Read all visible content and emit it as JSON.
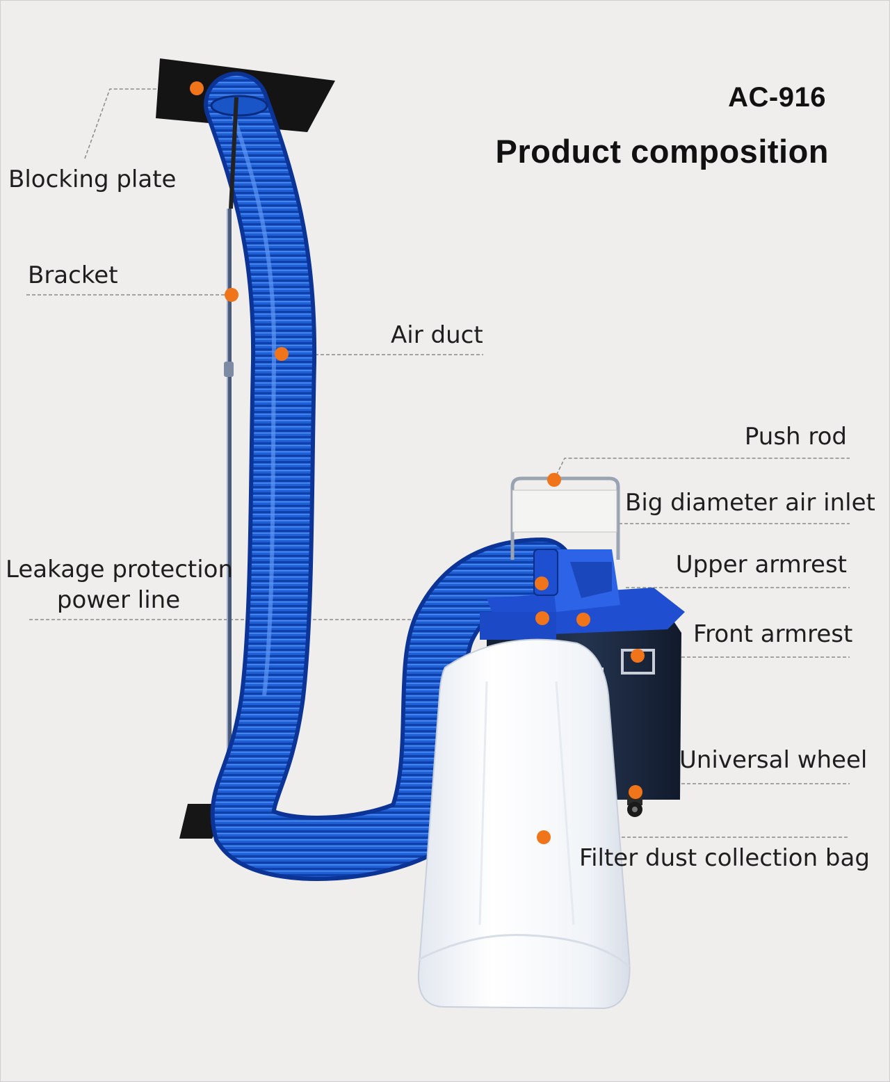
{
  "header": {
    "model": "AC-916",
    "title": "Product composition"
  },
  "labels": {
    "blocking_plate": "Blocking plate",
    "bracket": "Bracket",
    "air_duct": "Air duct",
    "leakage_protection_line1": "Leakage protection",
    "leakage_protection_line2": "power line",
    "push_rod": "Push rod",
    "big_diameter_air_inlet": "Big diameter air inlet",
    "upper_armrest": "Upper armrest",
    "front_armrest": "Front armrest",
    "universal_wheel": "Universal wheel",
    "filter_dust_collection_bag": "Filter dust collection bag"
  },
  "colors": {
    "background": "#efeeed",
    "marker": "#f0741a",
    "duct_blue": "#1f5fd6",
    "cabinet_navy": "#1c2b45",
    "bag_white": "#f7f9fc",
    "plate_black": "#141414",
    "leader_line": "#8a8a8a"
  }
}
